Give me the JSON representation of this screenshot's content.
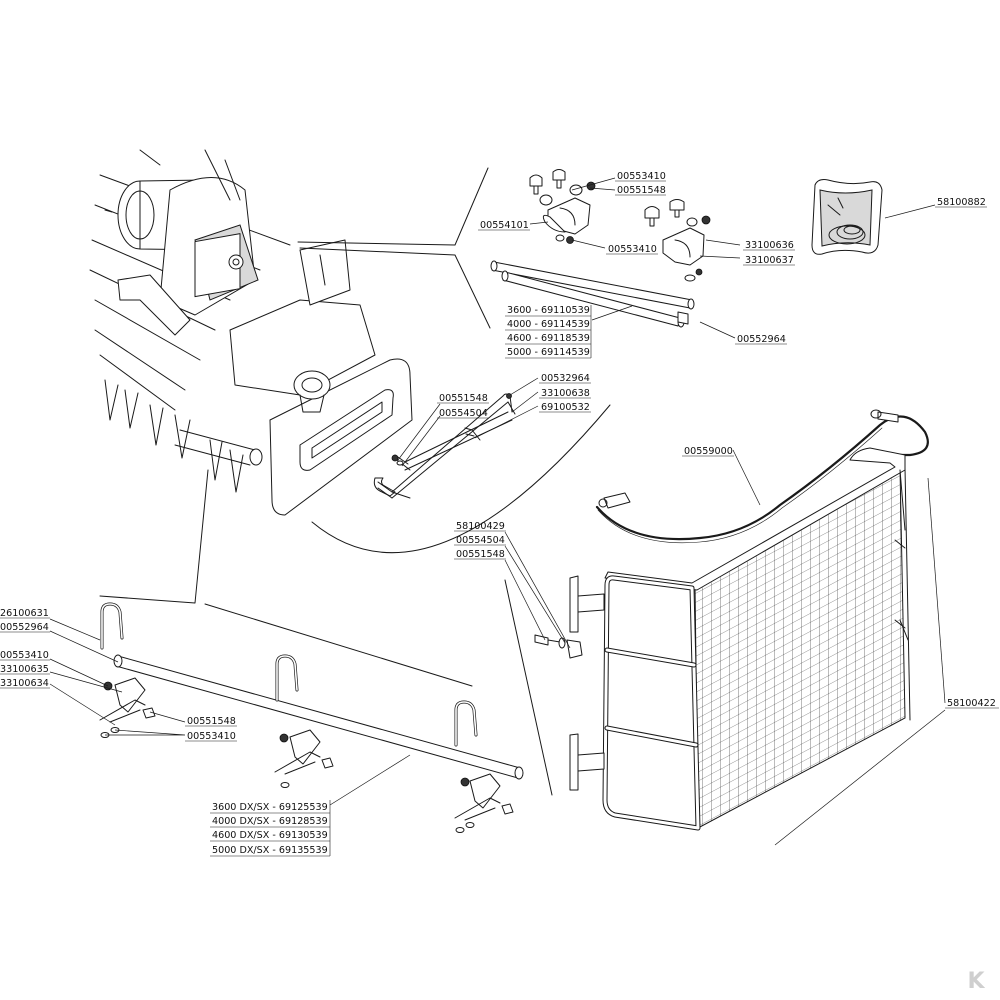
{
  "parts": {
    "p00553410_top": "00553410",
    "p00551548_top": "00551548",
    "p00554101": "00554101",
    "p00553410_mid": "00553410",
    "p33100636": "33100636",
    "p33100637": "33100637",
    "p58100882": "58100882",
    "tube_top": [
      "3600 - 69110539",
      "4000 - 69114539",
      "4600 - 69118539",
      "5000 - 69114539"
    ],
    "p00552964_top": "00552964",
    "p00532964": "00532964",
    "p00551548_rod": "00551548",
    "p33100638": "33100638",
    "p00554504_rod": "00554504",
    "p69100532": "69100532",
    "p00559000": "00559000",
    "p58100429": "58100429",
    "p00554504_mid": "00554504",
    "p00551548_mid": "00551548",
    "p26100631": "26100631",
    "p00552964_left": "00552964",
    "p00553410_left": "00553410",
    "p33100635": "33100635",
    "p33100634": "33100634",
    "p00551548_bot": "00551548",
    "p00553410_bot": "00553410",
    "p58100422": "58100422",
    "tube_bottom": [
      "3600 DX/SX - 69125539",
      "4000 DX/SX - 69128539",
      "4600 DX/SX - 69130539",
      "5000 DX/SX - 69135539"
    ]
  },
  "watermark": "K"
}
